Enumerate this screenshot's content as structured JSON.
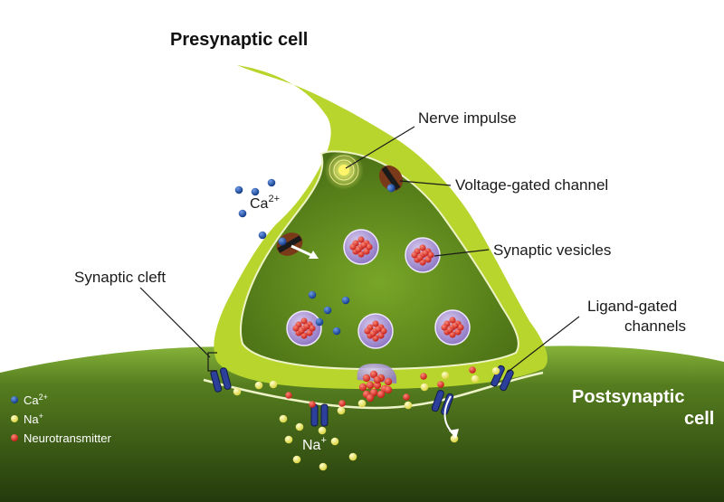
{
  "labels": {
    "presynaptic": "Presynaptic cell",
    "postsynaptic_line1": "Postsynaptic",
    "postsynaptic_line2": "cell",
    "nerve_impulse": "Nerve impulse",
    "voltage_gated": "Voltage-gated channel",
    "synaptic_vesicles": "Synaptic vesicles",
    "synaptic_cleft": "Synaptic cleft",
    "ligand_gated_line1": "Ligand-gated",
    "ligand_gated_line2": "channels",
    "ca_ion": "Ca",
    "ca_charge": "2+",
    "na_ion": "Na",
    "na_charge": "+"
  },
  "legend": [
    {
      "symbol": "Ca",
      "charge": "2+",
      "color": "#1f4fa8"
    },
    {
      "symbol": "Na",
      "charge": "+",
      "color": "#f2ee7a"
    },
    {
      "symbol": "Neurotransmitter",
      "charge": "",
      "color": "#d8302a"
    }
  ],
  "colors": {
    "presynaptic_membrane": "#b7d52c",
    "presynaptic_interior": "#5e8a1c",
    "postsynaptic_surface": "#6f9a2a",
    "postsynaptic_dark": "#2f4a12",
    "calcium": "#1f4fa8",
    "sodium": "#f2ee7a",
    "neurotransmitter": "#d8302a",
    "vesicle": "#a58fcf",
    "channel": "#2b3f9b",
    "vg_channel": "#7a3a1a"
  },
  "icons": [
    "voltage-gated-channel-icon",
    "ligand-gated-channel-icon",
    "vesicle-icon",
    "nerve-impulse-icon"
  ]
}
